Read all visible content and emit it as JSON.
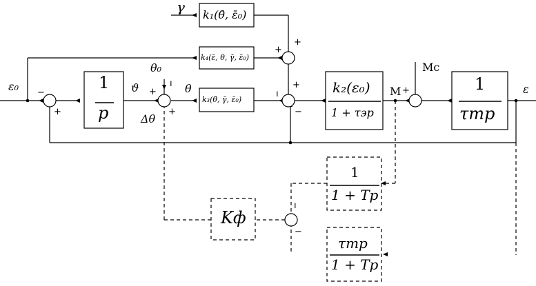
{
  "signals": {
    "eps0": "ε₀",
    "gamma": "γ",
    "theta0": "θ₀",
    "vartheta": "ϑ",
    "theta": "θ",
    "delta_theta": "Δθ",
    "M": "M",
    "Mc": "Mс",
    "eps_out": "ε"
  },
  "blocks": {
    "integrator": {
      "num": "1",
      "den": "p"
    },
    "k1": "k₁(θ̄, ε̄₀)",
    "k4": "k₄(ε̄, θ, γ̄, ε̄₀)",
    "k3": "k₃(θ̄, γ̄, ε̄₀)",
    "k2": {
      "num": "k₂(ε₀)",
      "den": "1 + τэp"
    },
    "plant": {
      "num": "1",
      "den": "τmp"
    },
    "filter": {
      "num": "1",
      "den": "1 + Tp"
    },
    "kphi": "Kф",
    "deriv": {
      "num": "τmp",
      "den": "1 + Tp"
    }
  },
  "signs": {
    "s1_left": "−",
    "s1_bottom": "+",
    "s2_left": "+",
    "s2_top": "ı",
    "s2_bottom": "+",
    "s3_left": "+",
    "s3_top": "+",
    "s4_top": "+",
    "s4_left": "ı",
    "s4_bottom": "−",
    "s5_left": "+",
    "s6_top": "ı",
    "s6_bottom": "−"
  }
}
